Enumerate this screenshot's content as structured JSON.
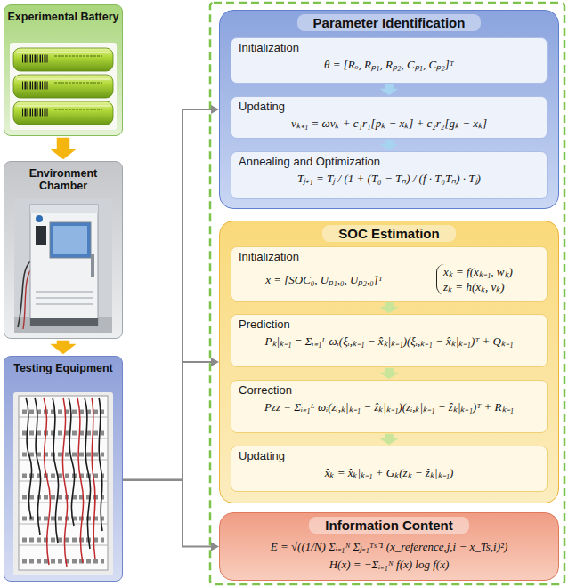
{
  "diagram": {
    "nodes": [
      {
        "text": [
          "Experimental Battery"
        ]
      },
      {
        "text": [
          "Environment Chamber"
        ]
      },
      {
        "text": [
          "Testing Equipment"
        ]
      },
      {
        "text": [
          "Parameter Identification"
        ]
      },
      {
        "text": [
          "Initialization",
          "θ = [Rₒ, Rₚ₁, Rₚ₂, Cₚ₁, Cₚ₂]ᵀ"
        ],
        "in": 3
      },
      {
        "text": [
          "Updating",
          "vₖ₊₁ = ωvₖ + c₁r₁[pₖ − xₖ] + c₂r₂[gₖ − xₖ]"
        ],
        "in": 3
      },
      {
        "text": [
          "Annealing and Optimization",
          "Tⱼ₊₁ = Tⱼ / (1 + (T₀ − Tₙ) / (f · T₀Tₙ) · Tⱼ)"
        ],
        "in": 3
      },
      {
        "text": [
          "SOC Estimation"
        ]
      },
      {
        "text": [
          "Initialization",
          "x = [SOC₀, Uₚ₁,₀, Uₚ₂,₀]ᵀ",
          "xₖ = f(xₖ₋₁, wₖ)",
          "zₖ = h(xₖ, vₖ)"
        ],
        "in": 7
      },
      {
        "text": [
          "Prediction",
          "Pₖ|ₖ₋₁ = Σᵢ₌₁ᴸ ωᵢ(ξᵢ,ₖ₋₁ − x̂ₖ|ₖ₋₁)(ξᵢ,ₖ₋₁ − x̂ₖ|ₖ₋₁)ᵀ + Qₖ₋₁"
        ],
        "in": 7
      },
      {
        "text": [
          "Correction",
          "Pzz = Σᵢ₌₁ᴸ ωᵢ(zᵢ,ₖ|ₖ₋₁ − ẑₖ|ₖ₋₁)(zᵢ,ₖ|ₖ₋₁ − ẑₖ|ₖ₋₁)ᵀ + Rₖ₋₁"
        ],
        "in": 7
      },
      {
        "text": [
          "Updating",
          "x̂ₖ = x̂ₖ|ₖ₋₁ + Gₖ(zₖ − ẑₖ|ₖ₋₁)"
        ],
        "in": 7
      },
      {
        "text": [
          "Information Content",
          "E = √((1/N) Σᵢ₌₁ᴺ Σⱼ₌₁ᵀˢ⁻¹ (x_reference,j,i − x_Ts,i)²)",
          "H(x) = −Σᵢ₌₁ᴺ f(x) log f(x)"
        ]
      }
    ],
    "edges": [
      {
        "from": 0,
        "to": 1,
        "arrow": "to"
      },
      {
        "from": 1,
        "to": 2,
        "arrow": "to"
      },
      {
        "from": 2,
        "to": 3,
        "arrow": "to"
      },
      {
        "from": 2,
        "to": 7,
        "arrow": "to"
      },
      {
        "from": 2,
        "to": 12,
        "arrow": "to"
      },
      {
        "from": 4,
        "to": 5,
        "arrow": "to"
      },
      {
        "from": 5,
        "to": 6,
        "arrow": "to"
      },
      {
        "from": 8,
        "to": 9,
        "arrow": "to"
      },
      {
        "from": 9,
        "to": 10,
        "arrow": "to"
      },
      {
        "from": 10,
        "to": 11,
        "arrow": "to"
      }
    ]
  }
}
